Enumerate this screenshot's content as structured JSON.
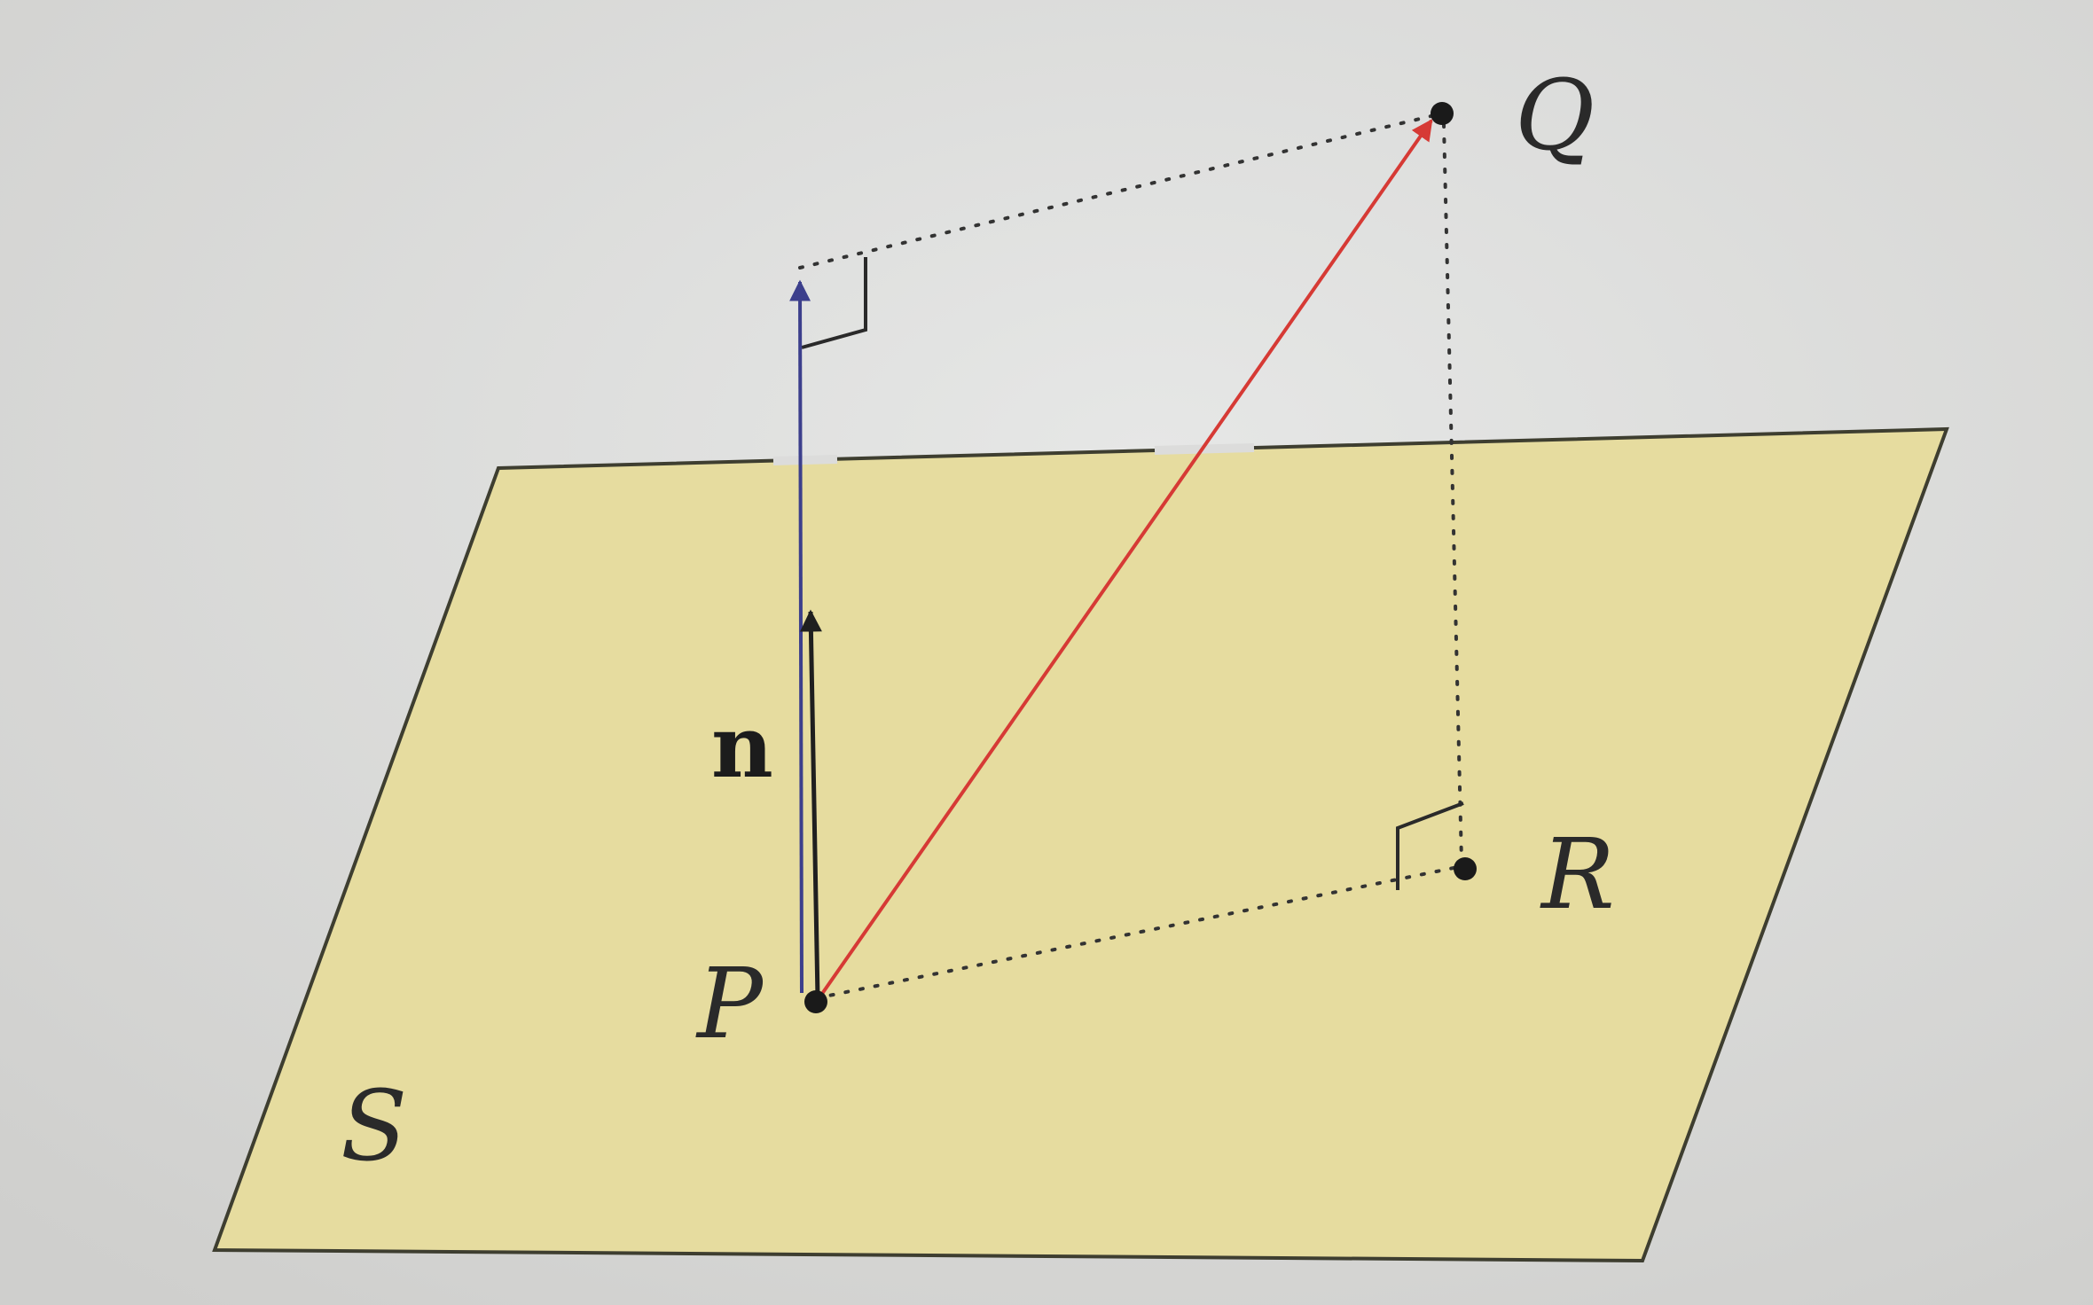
{
  "diagram": {
    "points": {
      "P": {
        "label": "P"
      },
      "Q": {
        "label": "Q"
      },
      "R": {
        "label": "R"
      }
    },
    "plane_label": "S",
    "normal_label": "n",
    "colors": {
      "background": "#dcdcdb",
      "plane_fill": "#e6dc9f",
      "plane_edge": "#3e3e30",
      "vector_PQ": "#d63a35",
      "projection_vector": "#3c3f8c",
      "normal_vector": "#1f1f1f",
      "dotted_lines": "#333333",
      "points": "#1a1a1a"
    }
  }
}
